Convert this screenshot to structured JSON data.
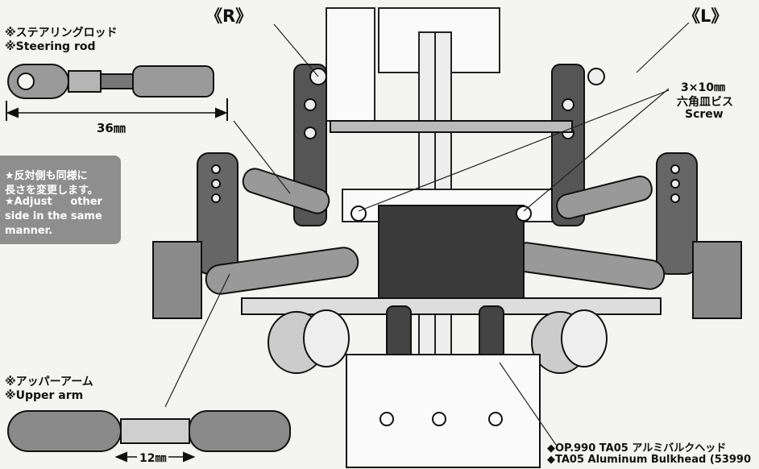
{
  "side_labels": {
    "right": "《R》",
    "left": "《L》"
  },
  "steering_rod": {
    "label_jp": "※ステアリングロッド",
    "label_en": "※Steering rod",
    "dimension": "36㎜"
  },
  "screw": {
    "size": "3×10㎜",
    "name_jp": "六角皿ビス",
    "name_en": "Screw"
  },
  "note": {
    "line1": "★反対側も同様に",
    "line2": "長さを変更します。",
    "line3": "★Adjust     other",
    "line4": "side in the same",
    "line5": "manner."
  },
  "upper_arm": {
    "label_jp": "※アッパーアーム",
    "label_en": "※Upper arm",
    "dimension": "12㎜"
  },
  "option_part": {
    "line_jp": "◆OP.990 TA05 アルミバルクヘッド",
    "line_en": "◆TA05 Aluminum Bulkhead (53990"
  },
  "colors": {
    "part_gray": "#5a5a5a",
    "dark": "#1a1a1a",
    "note_box": "#8e8e8e",
    "background": "#f4f4f2"
  }
}
